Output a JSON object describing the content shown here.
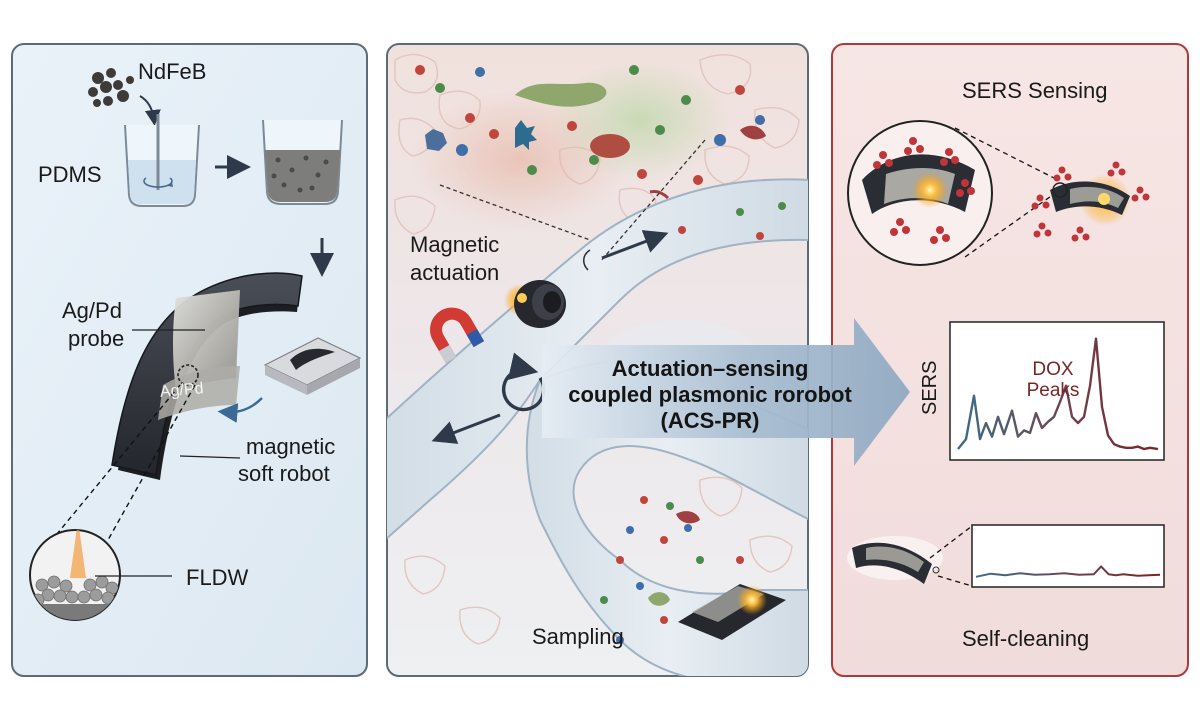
{
  "fabrication": {
    "ndfeb": "NdFeB",
    "pdms": "PDMS",
    "probe_line1": "Ag/Pd",
    "probe_line2": "probe",
    "probe_surface": "Ag/Pd",
    "soft_line1": "magnetic",
    "soft_line2": "soft robot",
    "fldw": "FLDW"
  },
  "navigation": {
    "actuation_line1": "Magnetic",
    "actuation_line2": "actuation",
    "sampling": "Sampling"
  },
  "center_arrow": {
    "line1": "Actuation–sensing",
    "line2": "coupled plasmonic rorobot",
    "line3": "(ACS-PR)"
  },
  "sensing": {
    "sers_sensing": "SERS Sensing",
    "dox_line1": "DOX",
    "dox_line2": "Peaks",
    "y_axis": "SERS",
    "self_cleaning": "Self-cleaning"
  },
  "colors": {
    "left_panel_bg": "#e3edf5",
    "mid_panel_bg": "#ece9ec",
    "right_panel_bg": "#f3e0df",
    "right_border": "#b0383a",
    "robot": "#2e3138",
    "arrow": "#9fb5cb",
    "spectrum_start": "#3a6e86",
    "spectrum_end": "#7a2226",
    "dox_text": "#7a2626"
  },
  "chart_data": [
    {
      "type": "line",
      "title": "",
      "xlabel": "",
      "ylabel": "SERS",
      "annotation": "DOX Peaks",
      "x": [
        0,
        4,
        8,
        11,
        14,
        17,
        20,
        23,
        27,
        30,
        33,
        36,
        39,
        42,
        45,
        48,
        51,
        54,
        57,
        60,
        63,
        66,
        69,
        72,
        75,
        78,
        81,
        84,
        87,
        90,
        93,
        96,
        100
      ],
      "y": [
        0.04,
        0.12,
        0.47,
        0.12,
        0.25,
        0.14,
        0.3,
        0.16,
        0.35,
        0.14,
        0.19,
        0.17,
        0.33,
        0.21,
        0.26,
        0.3,
        0.42,
        0.55,
        0.3,
        0.25,
        0.3,
        0.55,
        0.93,
        0.38,
        0.15,
        0.08,
        0.06,
        0.05,
        0.05,
        0.06,
        0.04,
        0.05,
        0.04
      ],
      "ylim": [
        0,
        1
      ],
      "grid": false
    },
    {
      "type": "line",
      "title": "",
      "xlabel": "",
      "ylabel": "",
      "x": [
        0,
        8,
        16,
        24,
        32,
        40,
        48,
        56,
        64,
        68,
        72,
        76,
        80,
        88,
        100
      ],
      "y": [
        0.1,
        0.16,
        0.13,
        0.17,
        0.14,
        0.15,
        0.17,
        0.14,
        0.15,
        0.3,
        0.15,
        0.13,
        0.15,
        0.12,
        0.14
      ],
      "ylim": [
        0,
        1
      ],
      "grid": false
    }
  ]
}
